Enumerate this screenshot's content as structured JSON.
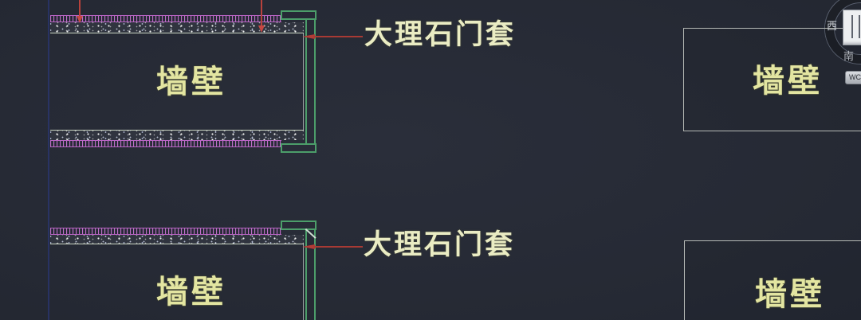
{
  "drawing": {
    "sections": [
      {
        "id": "wall-top-left",
        "wall_label": "墙壁",
        "callout_label": "大理石门套"
      },
      {
        "id": "wall-bottom-left",
        "wall_label": "墙壁",
        "callout_label": "大理石门套"
      },
      {
        "id": "wall-top-right",
        "wall_label": "墙壁"
      },
      {
        "id": "wall-bottom-right",
        "wall_label": "墙壁"
      }
    ]
  },
  "viewcube": {
    "west_label": "西",
    "south_label": "南",
    "wcs_button_label": "WCS"
  },
  "colors": {
    "background": "#262a35",
    "wall_label_text": "#e3e5a1",
    "callout_text": "#eaecc3",
    "leader_red": "#b23c36",
    "casing_green": "#4c9e6a",
    "insulation_magenta": "#bf6cc9",
    "plaster_edge_line": "#c9d4c2",
    "wall_outline_grey": "#b6bab6",
    "guide_blue": "#2b3a8a",
    "viewcube_face": "#edeff1"
  }
}
